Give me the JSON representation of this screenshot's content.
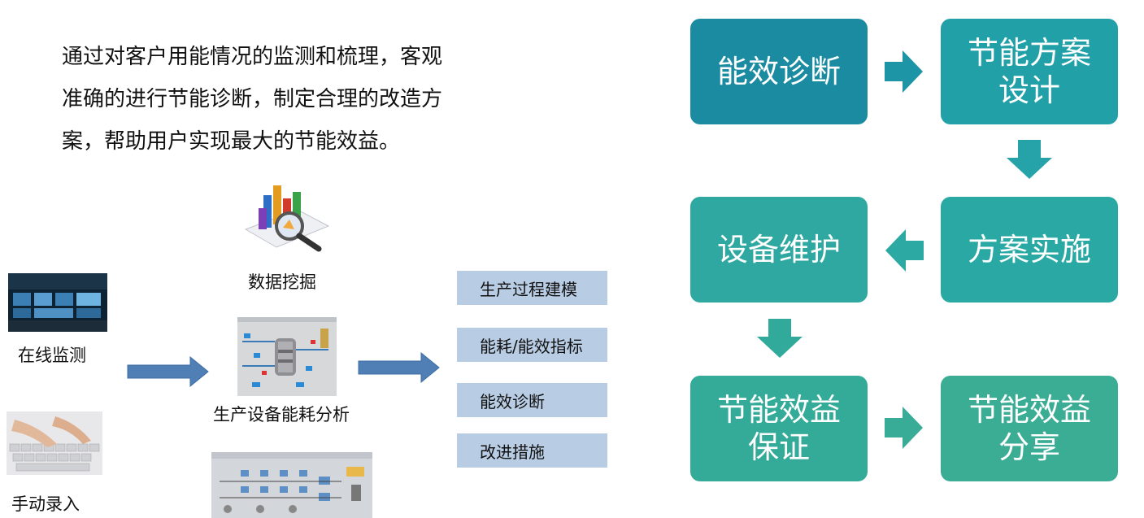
{
  "intro_text": "通过对客户用能情况的监测和梳理，客观准确的进行节能诊断，制定合理的改造方案，帮助用户实现最大的节能效益。",
  "sources": {
    "online_monitor": "在线监测",
    "manual_entry": "手动录入"
  },
  "analysis": {
    "data_mining": "数据挖掘",
    "equipment_analysis": "生产设备能耗分析"
  },
  "metrics": [
    "生产过程建模",
    "能耗/能效指标",
    "能效诊断",
    "改进措施"
  ],
  "flow": {
    "steps": [
      {
        "label": "能效诊断",
        "color": "#1a8ba0"
      },
      {
        "label": "节能方案设计",
        "color": "#22a0a8"
      },
      {
        "label": "方案实施",
        "color": "#2aa9a4"
      },
      {
        "label": "设备维护",
        "color": "#2ea8a0"
      },
      {
        "label": "节能效益保证",
        "color": "#33ab98"
      },
      {
        "label": "节能效益分享",
        "color": "#3bad94"
      }
    ]
  }
}
